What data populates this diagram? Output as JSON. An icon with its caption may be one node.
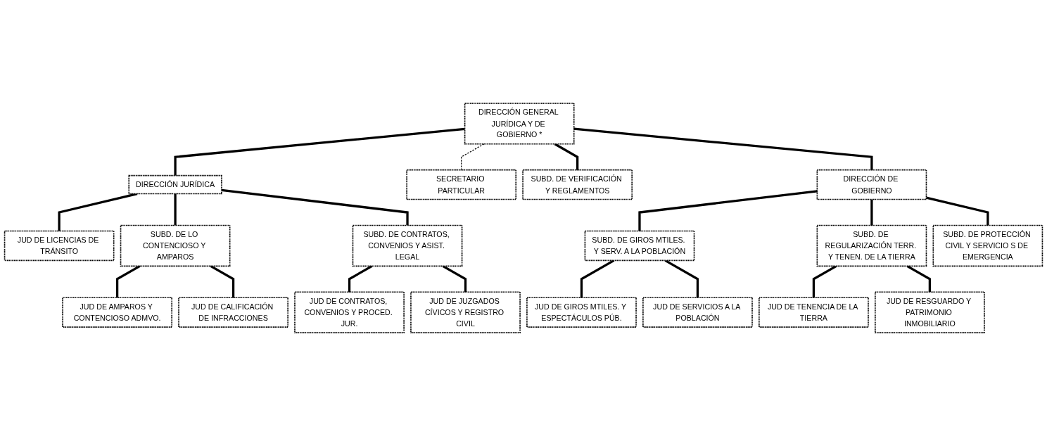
{
  "diagram": {
    "nodes": [
      {
        "text": [
          "DIRECCIÓN GENERAL JURÍDICA Y DE GOBIERNO *"
        ]
      },
      {
        "text": [
          "SECRETARIO PARTICULAR"
        ]
      },
      {
        "text": [
          "SUBD. DE VERIFICACIÓN Y REGLAMENTOS"
        ]
      },
      {
        "text": [
          "DIRECCIÓN JURÍDICA"
        ]
      },
      {
        "text": [
          "DIRECCIÓN DE GOBIERNO"
        ]
      },
      {
        "text": [
          "JUD DE LICENCIAS DE TRÁNSITO"
        ]
      },
      {
        "text": [
          "SUBD. DE LO CONTENCIOSO Y AMPAROS"
        ]
      },
      {
        "text": [
          "SUBD. DE CONTRATOS, CONVENIOS Y ASIST. LEGAL"
        ]
      },
      {
        "text": [
          "JUD DE AMPAROS Y CONTENCIOSO ADMVO."
        ]
      },
      {
        "text": [
          "JUD DE CALIFICACIÓN DE INFRACCIONES"
        ]
      },
      {
        "text": [
          "JUD DE CONTRATOS, CONVENIOS Y PROCED. JUR."
        ]
      },
      {
        "text": [
          "JUD DE JUZGADOS CÍVICOS Y REGISTRO CIVIL"
        ]
      },
      {
        "text": [
          "SUBD. DE GIROS MTILES. Y SERV. A LA POBLACIÓN"
        ]
      },
      {
        "text": [
          "SUBD. DE REGULARIZACIÓN TERR. Y TENEN. DE LA TIERRA"
        ]
      },
      {
        "text": [
          "SUBD. DE PROTECCIÓN CIVIL Y SERVICIO S DE EMERGENCIA"
        ]
      },
      {
        "text": [
          "JUD DE GIROS MTILES. Y ESPECTÁCULOS PÚB."
        ]
      },
      {
        "text": [
          "JUD DE SERVICIOS A LA POBLACIÓN"
        ]
      },
      {
        "text": [
          "JUD DE TENENCIA DE LA TIERRA"
        ]
      },
      {
        "text": [
          "JUD DE RESGUARDO Y PATRIMONIO INMOBILIARIO"
        ]
      }
    ],
    "edges": [
      {
        "from": 0,
        "to": 1,
        "arrow": "none",
        "style": "dashed"
      },
      {
        "from": 0,
        "to": 2,
        "arrow": "none"
      },
      {
        "from": 0,
        "to": 3,
        "arrow": "none"
      },
      {
        "from": 0,
        "to": 4,
        "arrow": "none"
      },
      {
        "from": 3,
        "to": 5,
        "arrow": "none"
      },
      {
        "from": 3,
        "to": 6,
        "arrow": "none"
      },
      {
        "from": 3,
        "to": 7,
        "arrow": "none"
      },
      {
        "from": 6,
        "to": 8,
        "arrow": "none"
      },
      {
        "from": 6,
        "to": 9,
        "arrow": "none"
      },
      {
        "from": 7,
        "to": 10,
        "arrow": "none"
      },
      {
        "from": 7,
        "to": 11,
        "arrow": "none"
      },
      {
        "from": 4,
        "to": 12,
        "arrow": "none"
      },
      {
        "from": 4,
        "to": 13,
        "arrow": "none"
      },
      {
        "from": 4,
        "to": 14,
        "arrow": "none"
      },
      {
        "from": 12,
        "to": 15,
        "arrow": "none"
      },
      {
        "from": 12,
        "to": 16,
        "arrow": "none"
      },
      {
        "from": 13,
        "to": 17,
        "arrow": "none"
      },
      {
        "from": 13,
        "to": 18,
        "arrow": "none"
      }
    ]
  }
}
